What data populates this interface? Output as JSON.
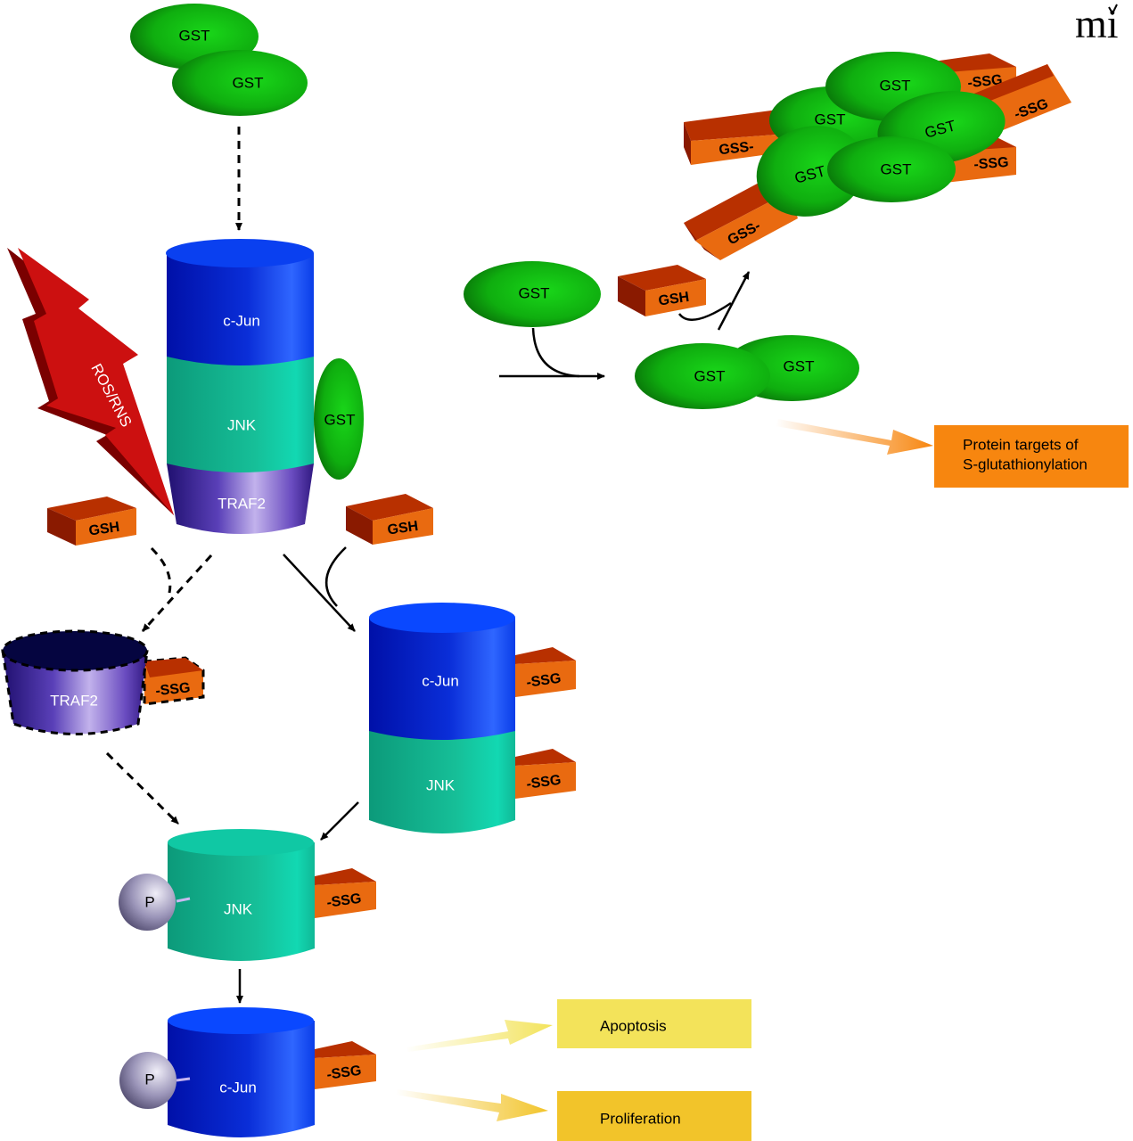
{
  "logo": {
    "text": "mi"
  },
  "colors": {
    "gst_green": "#13c613",
    "gst_green_dark": "#0a7d0a",
    "cjun_blue": "#1030e0",
    "jnk_teal": "#18c9a4",
    "traf2_purple": "#6a4cc0",
    "gsh_orange": "#e96a10",
    "gsh_dark": "#8a1a00",
    "ros_red": "#cc1010",
    "apoptosis_yellow": "#f3e35a",
    "proliferation_yellow": "#f2c42a",
    "targets_orange": "#f7860f"
  },
  "nodes": {
    "top_gst_dimer": [
      "GST",
      "GST"
    ],
    "complex": {
      "cjun": "c-Jun",
      "jnk": "JNK",
      "traf2": "TRAF2",
      "bound_gst": "GST"
    },
    "stressor": "ROS/RNS",
    "gsh_left": "GSH",
    "gsh_middle": "GSH",
    "gsh_top": "GSH",
    "traf2_glutathionylated": {
      "protein": "TRAF2",
      "adduct": "-SSG"
    },
    "dissociated_complex": {
      "cjun": "c-Jun",
      "jnk": "JNK",
      "cjun_adduct": "-SSG",
      "jnk_adduct": "-SSG"
    },
    "phospho_jnk": {
      "protein": "JNK",
      "phosphate": "P",
      "adduct": "-SSG"
    },
    "phospho_cjun": {
      "protein": "c-Jun",
      "phosphate": "P",
      "adduct": "-SSG"
    },
    "monomer_gst": "GST",
    "gst_dimer_right": [
      "GST",
      "GST"
    ],
    "gst_oligomer": {
      "gst": [
        "GST",
        "GST",
        "GST",
        "GST",
        "GST"
      ],
      "adducts": [
        "-SSG",
        "-SSG",
        "-SSG",
        "GSS-",
        "GSS-"
      ]
    }
  },
  "outcomes": {
    "protein_targets": [
      "Protein targets of",
      "S-glutathionylation"
    ],
    "apoptosis": "Apoptosis",
    "proliferation": "Proliferation"
  }
}
